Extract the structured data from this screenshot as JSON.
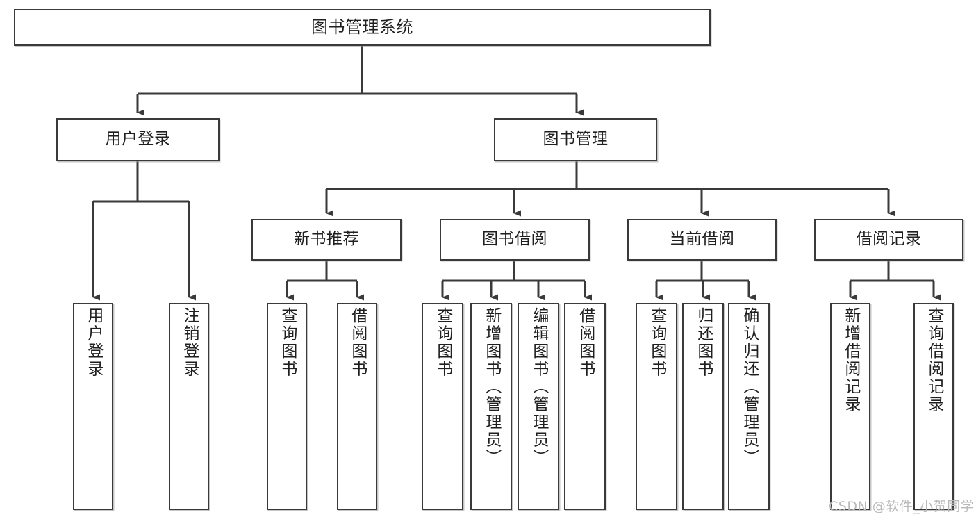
{
  "diagram": {
    "title": "图书管理系统",
    "type": "tree-hierarchy-functional-structure",
    "orientation": "top-down",
    "edge_style": "orthogonal-elbow-with-arrowheads",
    "colors": {
      "node_border": "#3a3a3a",
      "node_fill": "#ffffff",
      "edge": "#3a3a3a",
      "text": "#1f1f1f",
      "watermark": "#b9b9b9",
      "background": "#ffffff"
    },
    "root": {
      "label": "图书管理系统"
    },
    "level2": [
      {
        "label": "用户登录"
      },
      {
        "label": "图书管理"
      }
    ],
    "level3": [
      {
        "label": "新书推荐"
      },
      {
        "label": "图书借阅"
      },
      {
        "label": "当前借阅"
      },
      {
        "label": "借阅记录"
      }
    ],
    "leaves": {
      "user_login": [
        {
          "label": "用户登录"
        },
        {
          "label": "注销登录"
        }
      ],
      "new_book_recommend": [
        {
          "label": "查询图书"
        },
        {
          "label": "借阅图书"
        }
      ],
      "book_borrow": [
        {
          "label": "查询图书"
        },
        {
          "label": "新增图书（管理员）"
        },
        {
          "label": "编辑图书（管理员）"
        },
        {
          "label": "借阅图书"
        }
      ],
      "current_borrow": [
        {
          "label": "查询图书"
        },
        {
          "label": "归还图书"
        },
        {
          "label": "确认归还（管理员）"
        }
      ],
      "borrow_record": [
        {
          "label": "新增借阅记录"
        },
        {
          "label": "查询借阅记录"
        }
      ]
    },
    "watermark": "CSDN @软件_小贺同学"
  }
}
